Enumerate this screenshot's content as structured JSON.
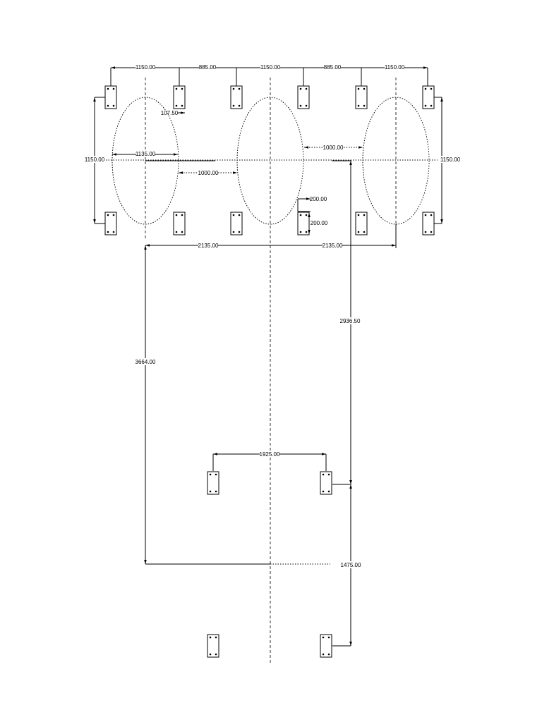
{
  "dimensions": {
    "top_1150_left": "1150.00",
    "top_885_left": "885.00",
    "top_1150_mid": "1150.00",
    "top_885_right": "885.00",
    "top_1150_right": "1150.00",
    "offset_107": "107.50",
    "left_1150": "1150.00",
    "right_1150": "1150.00",
    "radius_1135": "1135.00",
    "gap_1000_left": "1000.00",
    "gap_1000_right": "1000.00",
    "pad_200_w": "200.00",
    "pad_200_h": "200.00",
    "span_2135_left": "2135.00",
    "span_2135_right": "2135.00",
    "vert_2936": "2936.50",
    "vert_3664": "3664.00",
    "width_1925": "1925.00",
    "vert_1475": "1475.00"
  }
}
